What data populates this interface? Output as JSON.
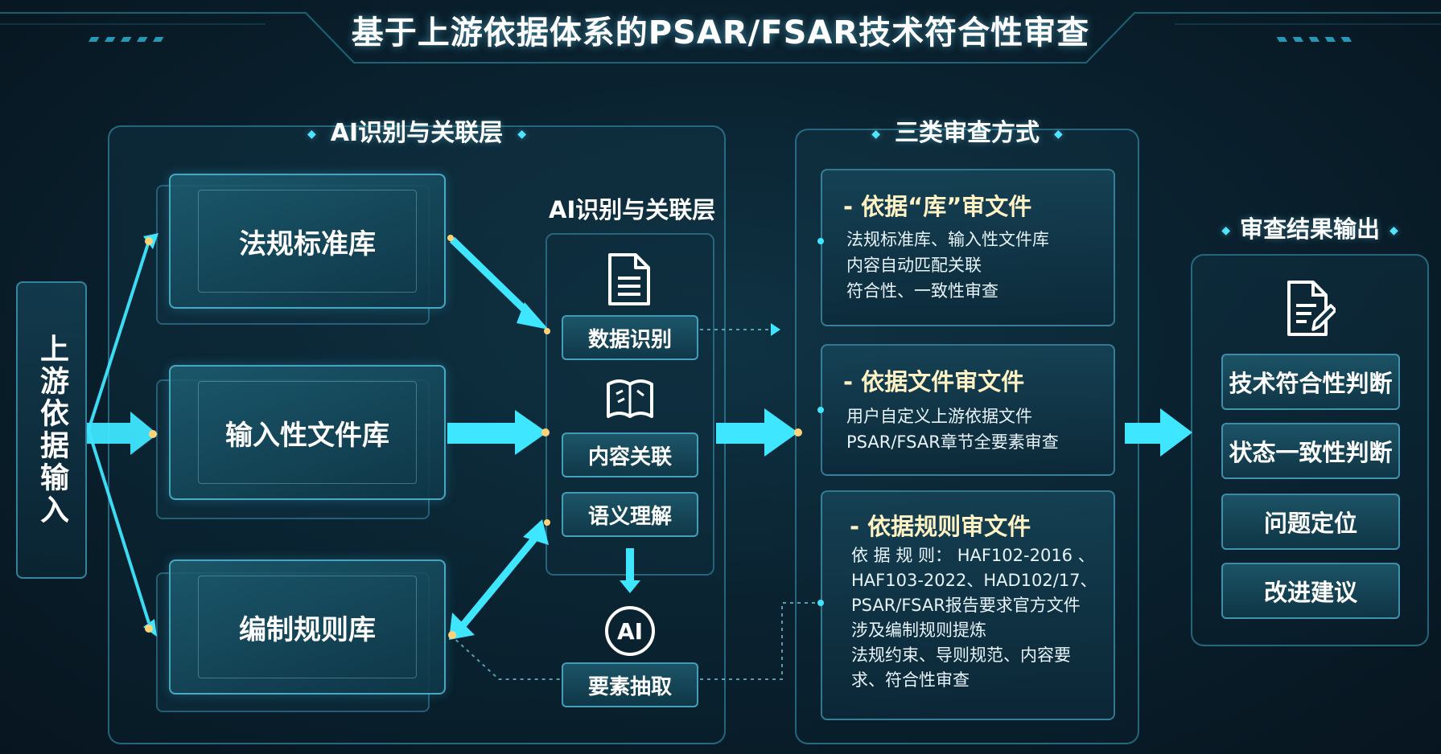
{
  "title": "基于上游依据体系的PSAR/FSAR技术符合性审查",
  "upstream": {
    "label": "上游依据输入"
  },
  "ai_layer": {
    "title": "AI识别与关联层",
    "subtitle": "AI识别与关联层",
    "libraries": [
      {
        "label": "法规标准库"
      },
      {
        "label": "输入性文件库"
      },
      {
        "label": "编制规则库"
      }
    ],
    "steps": [
      {
        "label": "数据识别",
        "icon": "document-icon"
      },
      {
        "label": "内容关联",
        "icon": "book-icon"
      },
      {
        "label": "语义理解"
      },
      {
        "label": "要素抽取",
        "icon": "ai-icon"
      }
    ],
    "ai_badge": "AI"
  },
  "review": {
    "title": "三类审查方式",
    "items": [
      {
        "heading": "- 依据“库”审文件",
        "lines": [
          "法规标准库、输入性文件库",
          "内容自动匹配关联",
          "符合性、一致性审查"
        ]
      },
      {
        "heading": "- 依据文件审文件",
        "lines": [
          "用户自定义上游依据文件",
          "PSAR/FSAR章节全要素审查"
        ]
      },
      {
        "heading": "- 依据规则审文件",
        "lines": [
          "依 据 规 则： HAF102-2016 、",
          "HAF103-2022、HAD102/17、",
          "PSAR/FSAR报告要求官方文件",
          "涉及编制规则提炼",
          "法规约束、导则规范、内容要",
          "求、符合性审查"
        ]
      }
    ]
  },
  "output": {
    "title": "审查结果输出",
    "icon": "document-edit-icon",
    "items": [
      {
        "label": "技术符合性判断"
      },
      {
        "label": "状态一致性判断"
      },
      {
        "label": "问题定位"
      },
      {
        "label": "改进建议"
      }
    ]
  },
  "colors": {
    "accent": "#3fe6ff",
    "heading": "#fff3c4",
    "background": "#0a2230"
  }
}
